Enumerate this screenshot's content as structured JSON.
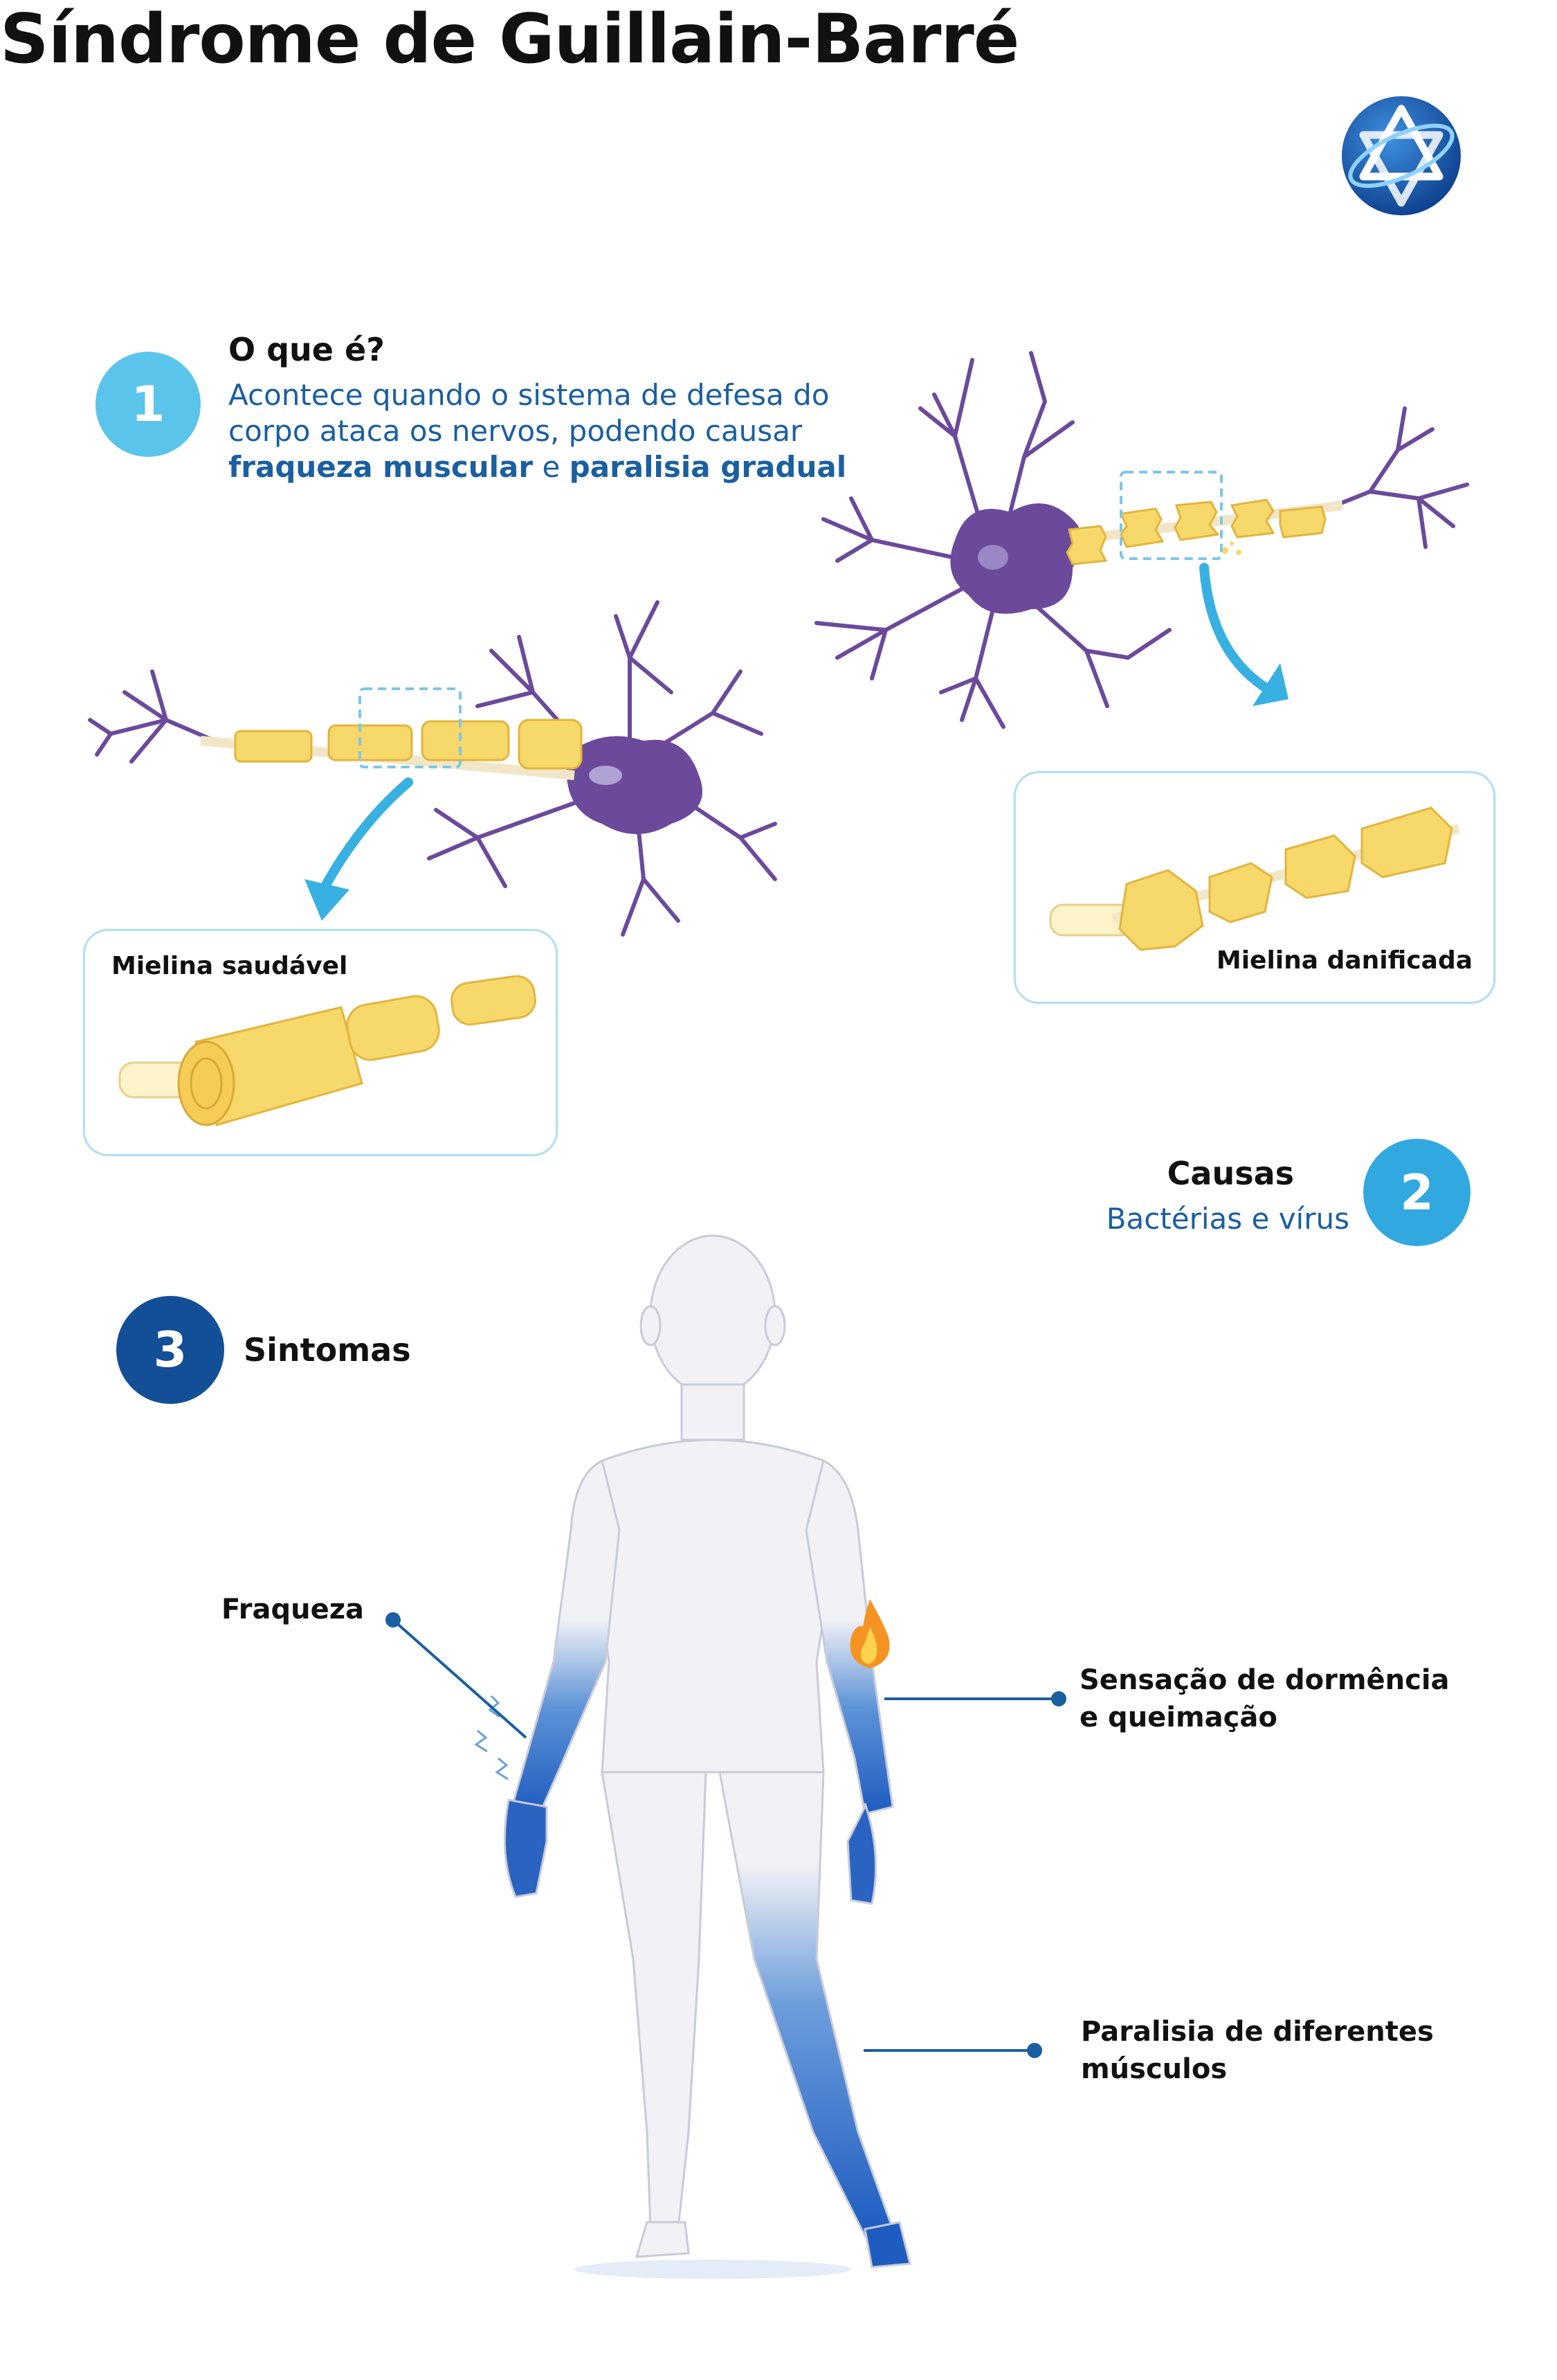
{
  "title": "Síndrome de Guillain-Barré",
  "section1": {
    "number": "1",
    "heading": "O que é?",
    "text_line1": "Acontece quando o sistema de defesa do",
    "text_line2": "corpo ataca os nervos, podendo causar",
    "bold1": "fraqueza muscular",
    "conj": " e ",
    "bold2": "paralisia gradual"
  },
  "cards": {
    "healthy": "Mielina saudável",
    "damaged": "Mielina danificada"
  },
  "section2": {
    "number": "2",
    "heading": "Causas",
    "text": "Bactérias e vírus"
  },
  "section3": {
    "number": "3",
    "heading": "Sintomas",
    "symptom1": "Fraqueza",
    "symptom2_line1": "Sensação de dormência",
    "symptom2_line2": "e queimação",
    "symptom3_line1": "Paralisia de diferentes",
    "symptom3_line2": "músculos"
  },
  "colors": {
    "circle1": "#5bc4ea",
    "circle2": "#31a9e0",
    "circle3": "#124f96",
    "neuron": "#6b4a9b",
    "myelin": "#f7d86a",
    "blue_text": "#1a5fa0",
    "accent_arrow": "#38b1e2"
  },
  "icons": [
    "logo-star-icon",
    "flame-icon",
    "tingle-icon",
    "arrow-down-icon"
  ]
}
